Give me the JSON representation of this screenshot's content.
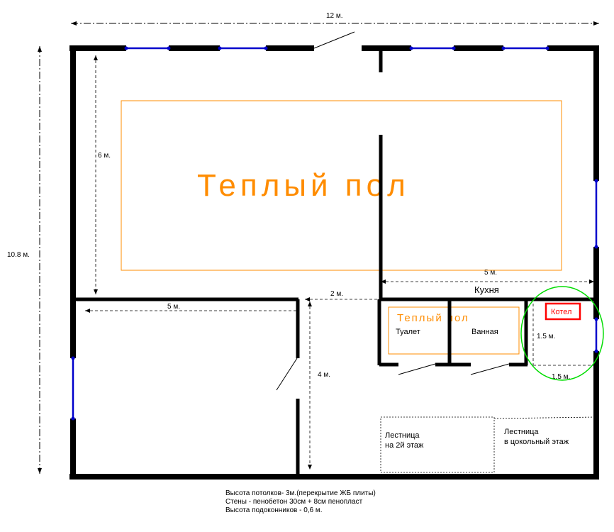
{
  "dimensions": {
    "total_width": "12 м.",
    "total_height": "10.8 м.",
    "living_depth": "6 м.",
    "bedroom_width": "5 м.",
    "hall_width": "2 м.",
    "kitchen_width": "5 м.",
    "hall_depth": "4 м.",
    "boiler_height": "1.5 м.",
    "boiler_width": "1.5 м."
  },
  "zones": {
    "heated_floor_main": "Теплый пол",
    "heated_floor_bath": "Теплый пол",
    "boiler": "Котел"
  },
  "rooms": {
    "kitchen": "Кухня",
    "toilet": "Туалет",
    "bathroom": "Ванная",
    "stairs_up_line1": "Лестница",
    "stairs_up_line2": "на 2й этаж",
    "stairs_down_line1": "Лестница",
    "stairs_down_line2": "в цокольный этаж"
  },
  "notes": [
    "Высота потолков- 3м.(перекрытие ЖБ плиты)",
    "Стены - пенобетон 30см + 8см пенопласт",
    "Высота подоконников - 0,6 м."
  ],
  "colors": {
    "wall": "#000000",
    "window": "#0000cc",
    "heated_floor": "#ff8c00",
    "boiler": "#ff0000",
    "boiler_zone": "#00dd00"
  }
}
